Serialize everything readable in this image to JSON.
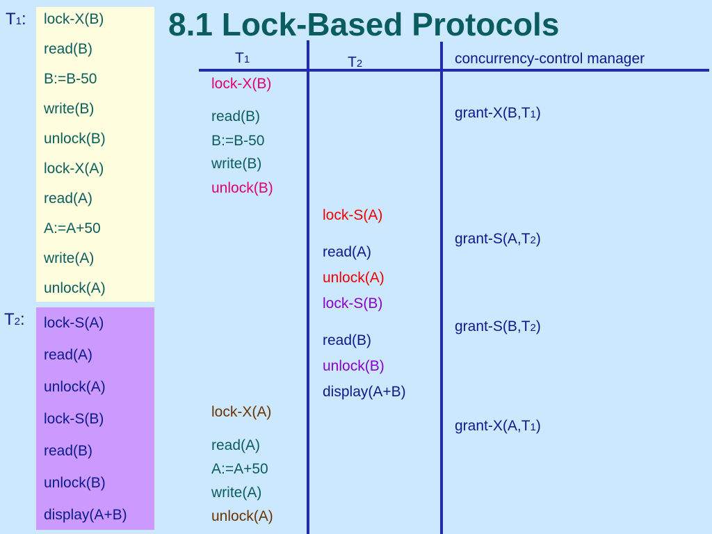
{
  "title": "8.1 Lock-Based Protocols",
  "t1_label": {
    "prefix": "T",
    "num": "1",
    "suffix": ":"
  },
  "t2_label": {
    "prefix": "T",
    "num": "2",
    "suffix": ":"
  },
  "t1_steps": [
    "lock-X(B)",
    "read(B)",
    "B:=B-50",
    "write(B)",
    "unlock(B)",
    "lock-X(A)",
    "read(A)",
    "A:=A+50",
    "write(A)",
    "unlock(A)"
  ],
  "t2_steps": [
    "lock-S(A)",
    "read(A)",
    "unlock(A)",
    "lock-S(B)",
    "read(B)",
    "unlock(B)",
    "display(A+B)"
  ],
  "schedule": {
    "col_t1": {
      "prefix": "T",
      "num": "1"
    },
    "col_t2": {
      "prefix": "T",
      "num": "2"
    },
    "col_cc": "concurrency-control manager",
    "t1_ops_a": [
      {
        "text": "lock-X(B)",
        "color": "#e0006e"
      },
      {
        "text": "read(B)",
        "color": "#0b5d5d"
      },
      {
        "text": "B:=B-50",
        "color": "#0b5d5d"
      },
      {
        "text": "write(B)",
        "color": "#0b5d5d"
      },
      {
        "text": "unlock(B)",
        "color": "#e0006e"
      }
    ],
    "t2_ops": [
      {
        "text": "lock-S(A)",
        "color": "#ee0000"
      },
      {
        "text": "read(A)",
        "color": "#0a1a8c"
      },
      {
        "text": "unlock(A)",
        "color": "#ee0000"
      },
      {
        "text": "lock-S(B)",
        "color": "#8a00d0"
      },
      {
        "text": "read(B)",
        "color": "#0a1a8c"
      },
      {
        "text": "unlock(B)",
        "color": "#8a00d0"
      },
      {
        "text": "display(A+B)",
        "color": "#0a1a8c"
      }
    ],
    "t1_ops_b": [
      {
        "text": "lock-X(A)",
        "color": "#6b3300"
      },
      {
        "text": "read(A)",
        "color": "#0b5d5d"
      },
      {
        "text": "A:=A+50",
        "color": "#0b5d5d"
      },
      {
        "text": "write(A)",
        "color": "#0b5d5d"
      },
      {
        "text": "unlock(A)",
        "color": "#6b3300"
      }
    ],
    "grants": [
      {
        "prefix": "grant-X(B,T",
        "num": "1",
        "suffix": ")"
      },
      {
        "prefix": "grant-S(A,T",
        "num": "2",
        "suffix": ")"
      },
      {
        "prefix": "grant-S(B,T",
        "num": "2",
        "suffix": ")"
      },
      {
        "prefix": "grant-X(A,T",
        "num": "1",
        "suffix": ")"
      }
    ]
  }
}
